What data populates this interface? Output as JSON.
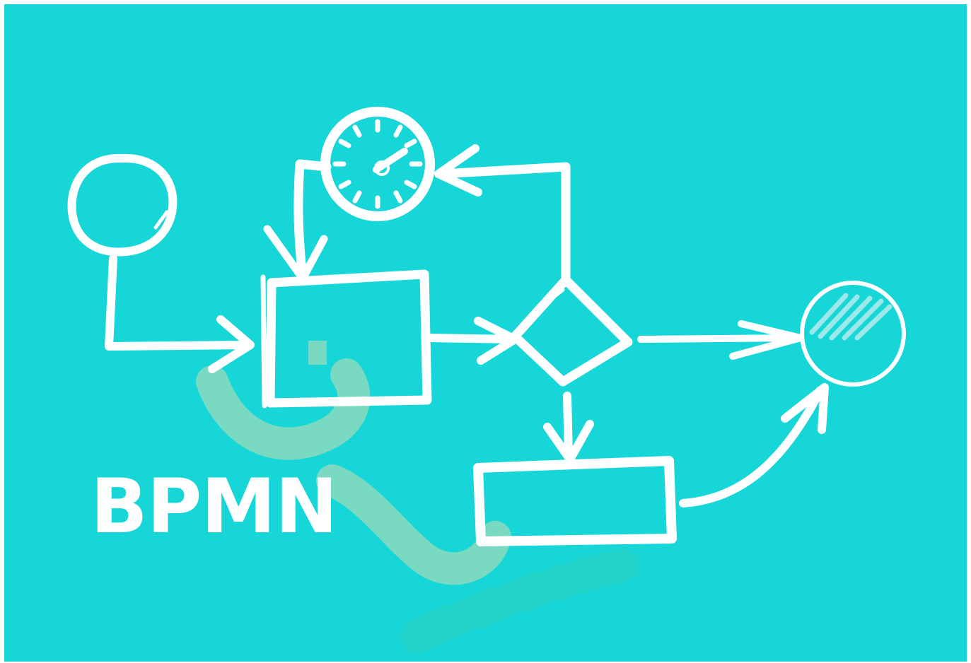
{
  "title": "BPMN",
  "colors": {
    "background": "#17d6d8",
    "stroke": "#ffffff",
    "watermark": "#f1dfa6",
    "watermark_green": "#2fd0b6"
  },
  "elements": {
    "start_event": "circle",
    "timer_event": "clock-icon",
    "task": "rectangle",
    "gateway": "diamond",
    "subtask": "rectangle",
    "end_event": "hatched-circle"
  }
}
